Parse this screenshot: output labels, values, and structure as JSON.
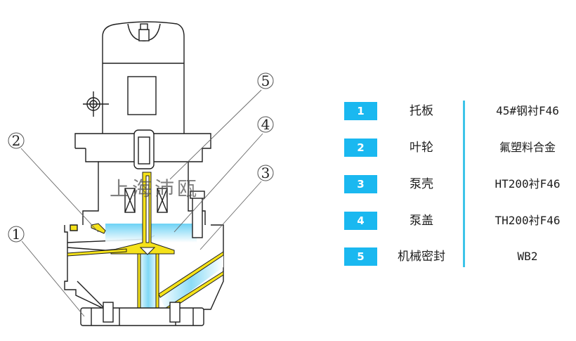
{
  "figure": {
    "title": "Vertical lined pump cross-section",
    "watermark": "上海沛瓯",
    "callouts": [
      "1",
      "2",
      "3",
      "4",
      "5"
    ]
  },
  "colors": {
    "badge": "#1ab8f0",
    "divider": "#3dc4e8",
    "lining_yellow": "#f5e21a",
    "fluid_blue": "#6fd3f5",
    "outline": "#1e1e1e"
  },
  "parts": [
    {
      "no": "1",
      "name": "托板",
      "material": "45#钢衬F46"
    },
    {
      "no": "2",
      "name": "叶轮",
      "material": "氟塑料合金"
    },
    {
      "no": "3",
      "name": "泵壳",
      "material": "HT200衬F46"
    },
    {
      "no": "4",
      "name": "泵盖",
      "material": "TH200衬F46"
    },
    {
      "no": "5",
      "name": "机械密封",
      "material": "WB2"
    }
  ]
}
